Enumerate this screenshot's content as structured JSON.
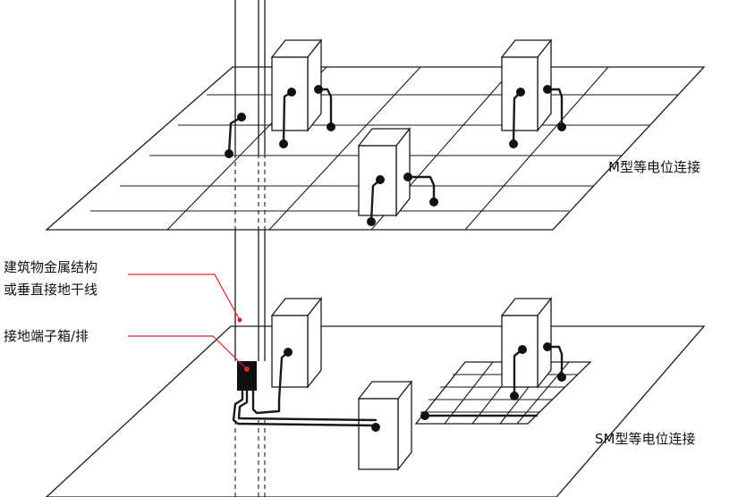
{
  "labels": {
    "m_type": "M型等电位连接",
    "sm_type": "SM型等电位连接",
    "structure_line1": "建筑物金属结构",
    "structure_line2": "或垂直接地干线",
    "terminal_box": "接地端子箱/排"
  },
  "colors": {
    "line": "#1a1a1a",
    "leader": "#d9232d",
    "terminal_box": "#111111"
  }
}
